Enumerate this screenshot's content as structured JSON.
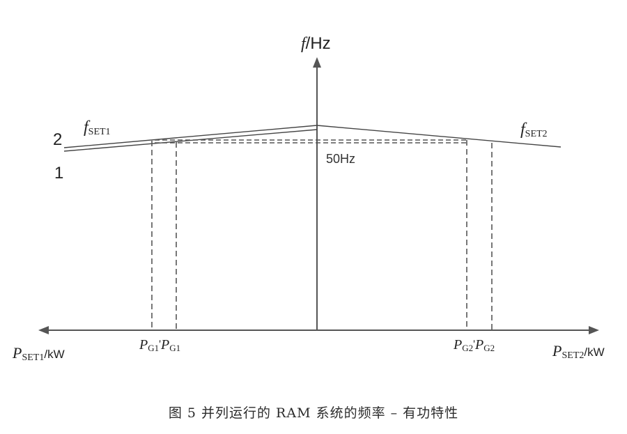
{
  "diagram": {
    "y_axis": {
      "italic": "f",
      "unit": "/Hz"
    },
    "curve_left_label": {
      "main": "f",
      "sub": "SET1"
    },
    "curve_right_label": {
      "main": "f",
      "sub": "SET2"
    },
    "line_label_upper": "2",
    "line_label_lower": "1",
    "reference_label": "50Hz",
    "x_axis_left": {
      "main": "P",
      "sub": "SET1",
      "unit": "/kW"
    },
    "x_axis_right": {
      "main": "P",
      "sub": "SET2",
      "unit": "/kW"
    },
    "tick_g1_prime": {
      "main": "P",
      "sub": "G1",
      "prime": "'"
    },
    "tick_g1": {
      "main": "P",
      "sub": "G1"
    },
    "tick_g2_prime": {
      "main": "P",
      "sub": "G2",
      "prime": "'"
    },
    "tick_g2": {
      "main": "P",
      "sub": "G2"
    }
  },
  "caption": "图 5 并列运行的 RAM 系统的频率 – 有功特性",
  "colors": {
    "line": "#444444",
    "axis": "#555555",
    "text": "#222222"
  }
}
